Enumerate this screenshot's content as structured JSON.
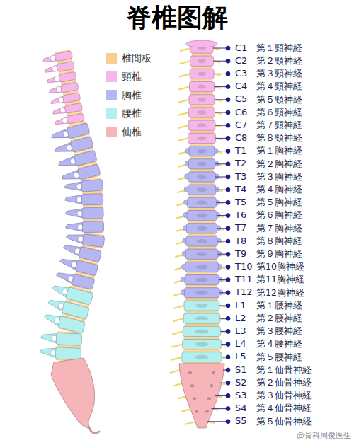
{
  "diagram": {
    "title": "脊椎图解",
    "labels": [
      "C1",
      "第１頸神経",
      "C2",
      "第２頸神経",
      "C3",
      "第３頸神経",
      "C4",
      "第４頸神経",
      "C5",
      "第５頸神経",
      "C6",
      "第６頸神経",
      "C7",
      "第７頸神経",
      "C8",
      "第８頸神経",
      "T1",
      "第１胸神経",
      "T2",
      "第２胸神経",
      "T3",
      "第３胸神経",
      "T4",
      "第４胸神経",
      "T5",
      "第５胸神経",
      "T6",
      "第６胸神経",
      "T7",
      "第７胸神経",
      "T8",
      "第８胸神経",
      "T9",
      "第９胸神経",
      "T10",
      "第10胸神経",
      "T11",
      "第11胸神経",
      "T12",
      "第12胸神経",
      "L1",
      "第１腰神経",
      "L2",
      "第２腰神経",
      "L3",
      "第３腰神経",
      "L4",
      "第４腰神経",
      "L5",
      "第５腰神経",
      "S1",
      "第１仙骨神経",
      "S2",
      "第２仙骨神経",
      "S3",
      "第３仙骨神経",
      "S4",
      "第４仙骨神経",
      "S5",
      "第５仙骨神経",
      "@骨科周俊医生"
    ],
    "legend": [
      {
        "text": "椎間板",
        "color": "#f8cf8f"
      },
      {
        "text": "頸椎",
        "color": "#f7b6ea"
      },
      {
        "text": "胸椎",
        "color": "#b6b6f2"
      },
      {
        "text": "腰椎",
        "color": "#b3efee"
      },
      {
        "text": "仙椎",
        "color": "#f5b5b9"
      }
    ]
  }
}
